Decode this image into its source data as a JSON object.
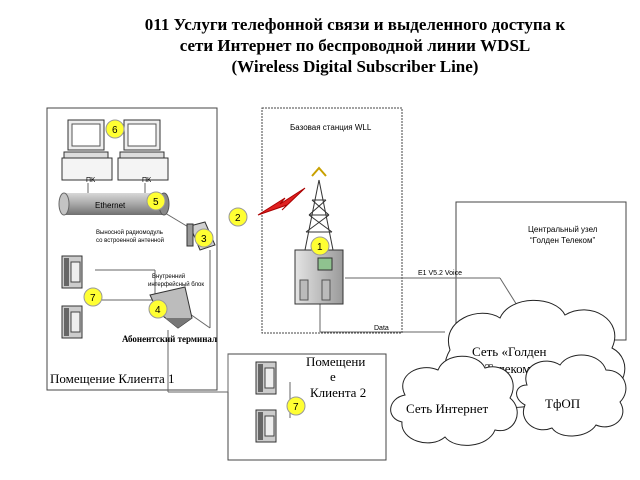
{
  "title": {
    "line1": "011 Услуги телефонной связи и выделенного доступа к",
    "line2": "сети Интернет по беспроводной линии WDSL",
    "line3": "(Wireless Digital Subscriber Line)"
  },
  "client1": {
    "pc_label_left": "ПК",
    "pc_label_right": "ПК",
    "ethernet_label": "Ethernet",
    "radio_module_line1": "Выносной радиомодуль",
    "radio_module_line2": "со встроенной антенной",
    "internal_block_line1": "Внутренний",
    "internal_block_line2": "интерфейсный блок",
    "terminal_label": "Абонентский терминал",
    "room_label": "Помещение Клиента  1"
  },
  "client2": {
    "room_line1": "Помещени",
    "room_line2": "е",
    "room_line3": "Клиента 2"
  },
  "base_station": {
    "label": "Базовая станция WLL"
  },
  "central_node": {
    "line1": "Центральный узел",
    "line2": "“Голден Телеком”",
    "e1_label": "E1 V5.2 Voice",
    "data_label": "Data"
  },
  "clouds": {
    "golden_line1": "Сеть «Голден",
    "golden_line2": "Телеком»",
    "internet": "Сеть Интернет",
    "pstn": "ТфОП"
  },
  "badges": {
    "b1": "1",
    "b2": "2",
    "b3": "3",
    "b4": "4",
    "b5": "5",
    "b6": "6",
    "b7a": "7",
    "b7b": "7"
  },
  "colors": {
    "badge_fill": "#ffff33",
    "lightning": "#e02020",
    "ethernet_pipe": "#b0b0b0"
  }
}
